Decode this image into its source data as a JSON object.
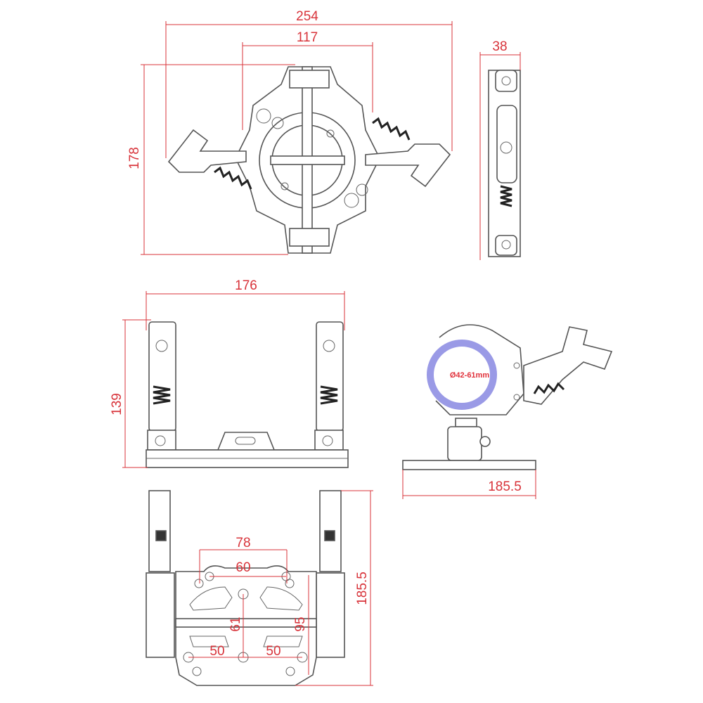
{
  "title": "Clamp dimensional drawing",
  "colors": {
    "dimension": "#d8333a",
    "tube_ring": "#9a9ae6",
    "outline": "#555555"
  },
  "top_view": {
    "width_overall": "254",
    "width_inner": "117",
    "height": "178"
  },
  "side_view": {
    "thickness": "38"
  },
  "front_view": {
    "width": "176",
    "height": "139"
  },
  "profile_view": {
    "tube_range": "Ø42-61mm",
    "base_length": "185.5"
  },
  "bottom_view": {
    "length": "185.5",
    "hole_spacing_outer": "78",
    "hole_spacing_inner": "60",
    "center_height": "61",
    "hole_height": "95",
    "hole_left": "50",
    "hole_right": "50"
  }
}
